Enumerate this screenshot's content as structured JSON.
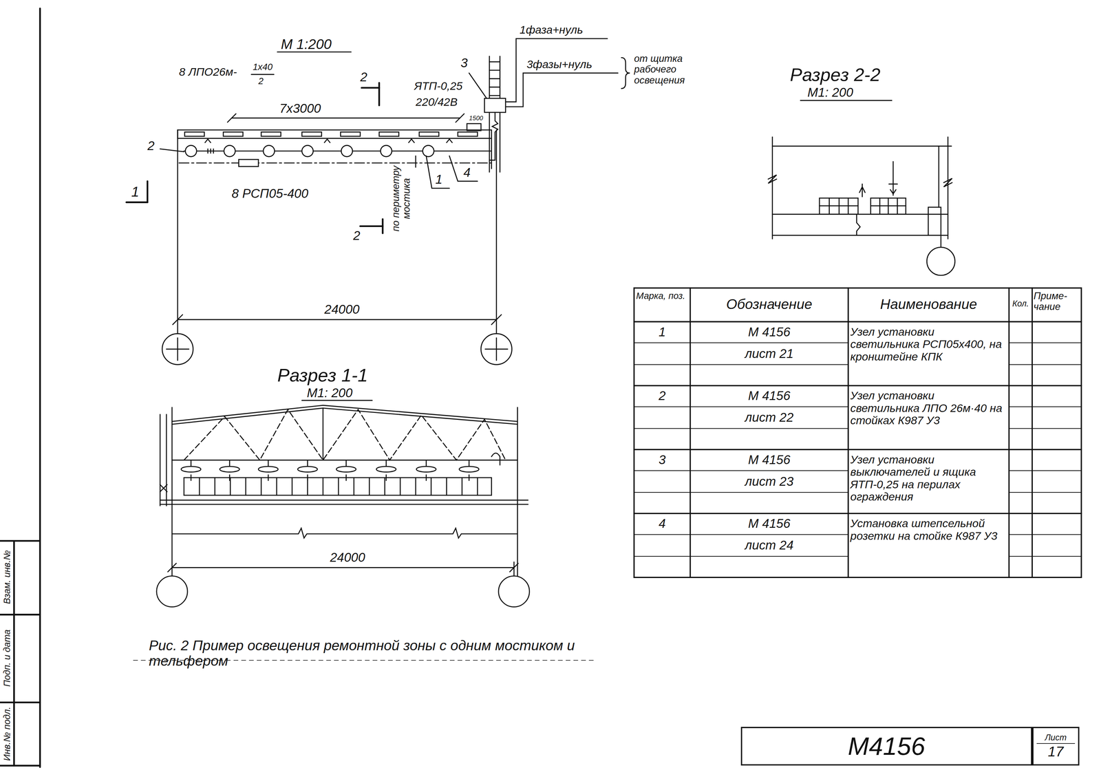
{
  "diagram": {
    "caption": "Рис. 2 Пример освещения ремонтной зоны с одним мостиком и тельфером",
    "nodes": [
      {
        "text": [
          "М4156"
        ]
      },
      {
        "text": [
          "Лист",
          "17"
        ]
      }
    ],
    "labels": [
      "М 1:200",
      "8 ЛПО26м-",
      "1х40",
      "2",
      "2",
      "7х3000",
      "ЯТП-0,25",
      "220/42В",
      "3",
      "1фаза+нуль",
      "3фазы+нуль",
      "от щитка рабочего освещения",
      "1500",
      "2",
      "1",
      "8 РСП05-400",
      "по периметру мостика",
      "2",
      "1",
      "4",
      "24000",
      "Разрез 1-1",
      "М1: 200",
      "24000",
      "Разрез 2-2",
      "М1: 200",
      "Марка, поз.",
      "Обозначение",
      "Наименование",
      "Кол.",
      "Приме- чание",
      "1",
      "М 4156",
      "лист 21",
      "Узел установки светильника РСП05х400, на кронштейне КПК",
      "2",
      "М 4156",
      "лист 22",
      "Узел установки светильника ЛПО 26м·40 на стойках К987 У3",
      "3",
      "М 4156",
      "лист 23",
      "Узел установки выключателей и ящика ЯТП-0,25 на перилах ограждения",
      "4",
      "М 4156",
      "лист 24",
      "Установка штепсельной розетки на стойке К987 У3",
      "Инв.№ подл.",
      "Подп. и дата",
      "Взам. инв.№"
    ]
  }
}
